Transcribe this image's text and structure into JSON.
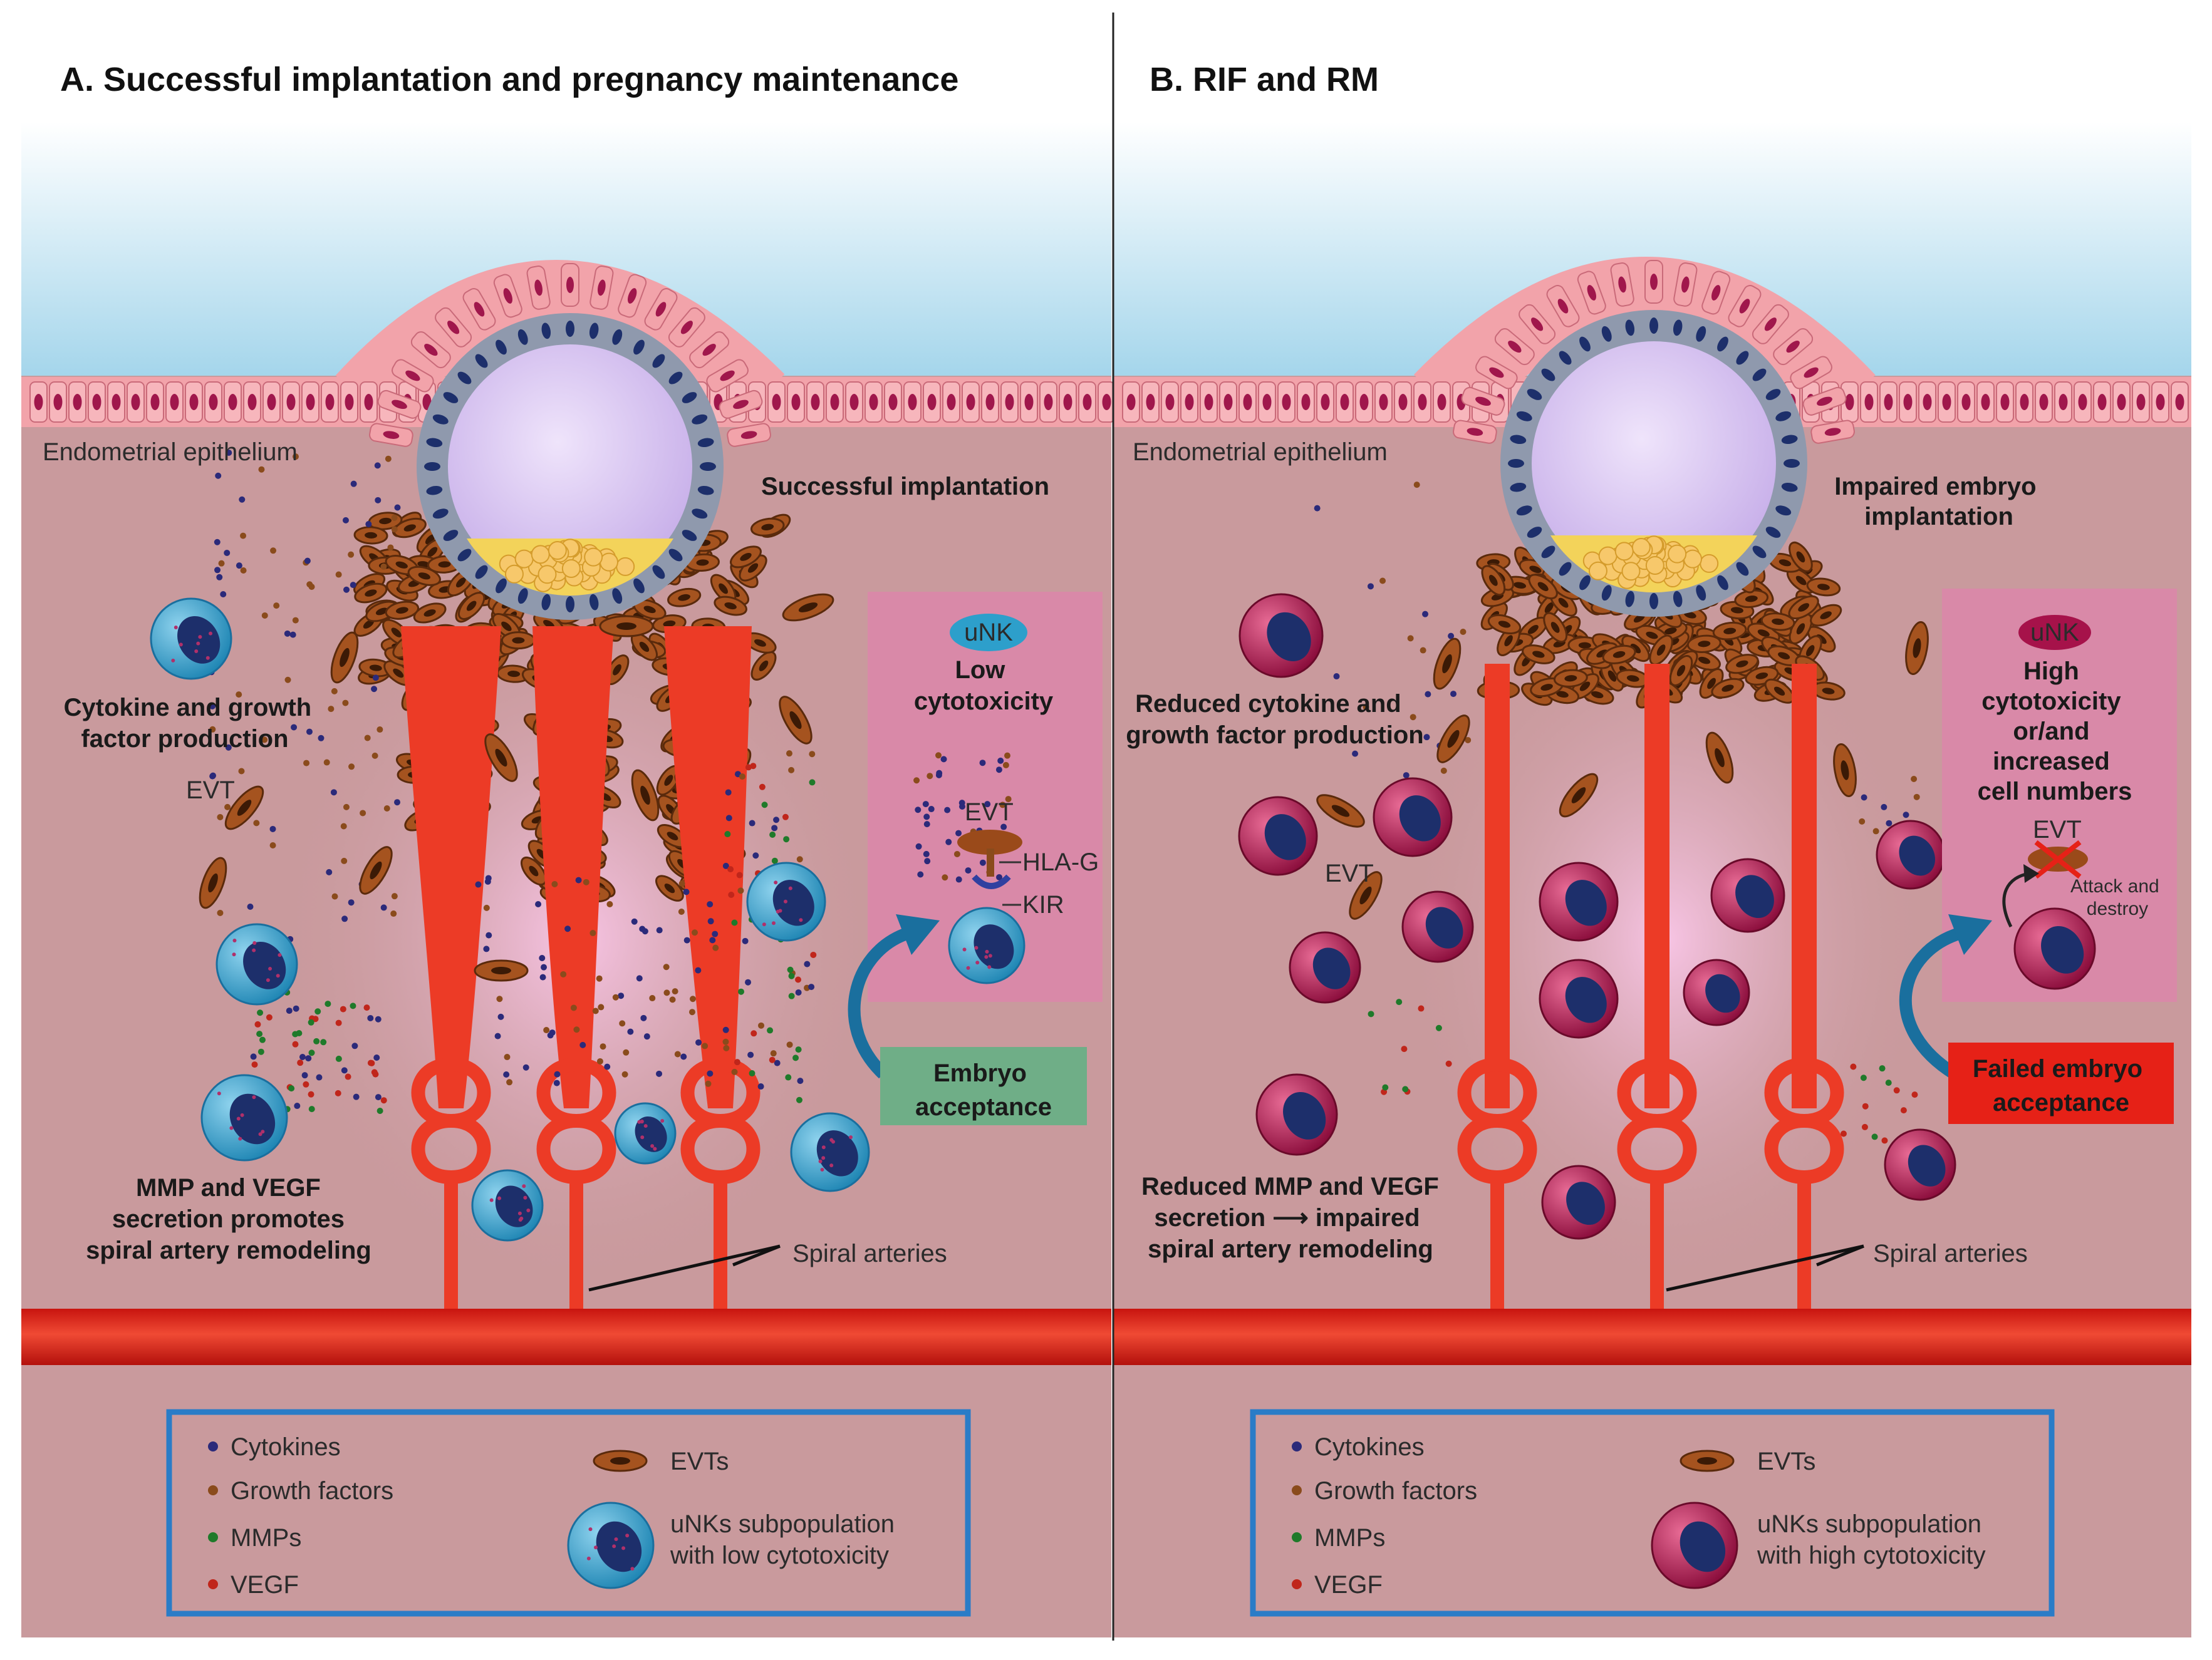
{
  "colors": {
    "tissue": "#c99a9d",
    "epithelium": "#f2a3aa",
    "epithelium_nucleus": "#a0174c",
    "trophoblast": "#8f99ad",
    "blastocoel": "#ddc8f0",
    "inner_cell_mass": "#f3d35a",
    "evt": "#9a4a1a",
    "artery": "#ec3b26",
    "vessel": "#d92418",
    "unk_low": "#2d9fcb",
    "unk_high": "#a6124a",
    "nucleus": "#1d2f6b",
    "cytokine": "#2b2a7a",
    "growth_factor": "#8a4b1c",
    "mmp": "#1f7a2a",
    "vegf": "#c0261b",
    "accept_box": "#6fae87",
    "fail_box": "#e62117",
    "inset": "#d989a8",
    "legend_border": "#2a7cc7"
  },
  "panelA": {
    "title": "A. Successful implantation and pregnancy maintenance",
    "epithelium_label": "Endometrial epithelium",
    "status_label": [
      "Successful implantation"
    ],
    "cytokine_label": [
      "Cytokine and growth",
      "factor production"
    ],
    "evt_label": "EVT",
    "mmp_label": [
      "MMP and VEGF",
      "secretion promotes",
      "spiral artery remodeling"
    ],
    "arteries_label": "Spiral arteries",
    "inset": {
      "badge": "uNK",
      "title": [
        "Low",
        "cytotoxicity"
      ],
      "evt": "EVT",
      "hla": "HLA-G",
      "kir": "KIR"
    },
    "outcome": [
      "Embryo",
      "acceptance"
    ],
    "legend": {
      "cytokines": "Cytokines",
      "growth_factors": "Growth factors",
      "mmps": "MMPs",
      "vegf": "VEGF",
      "evts": "EVTs",
      "unks": [
        "uNKs subpopulation",
        "with low cytotoxicity"
      ]
    }
  },
  "panelB": {
    "title": "B. RIF and RM",
    "epithelium_label": "Endometrial epithelium",
    "status_label": [
      "Impaired embryo",
      "implantation"
    ],
    "cytokine_label": [
      "Reduced cytokine and",
      "growth factor production"
    ],
    "evt_label": "EVT",
    "mmp_label": [
      "Reduced MMP and VEGF",
      "secretion ⟶ impaired",
      "spiral artery remodeling"
    ],
    "arteries_label": "Spiral arteries",
    "inset": {
      "badge": "uNK",
      "title": [
        "High",
        "cytotoxicity",
        "or/and",
        "increased",
        "cell numbers"
      ],
      "evt": "EVT",
      "attack": [
        "Attack and",
        "destroy"
      ]
    },
    "outcome": [
      "Failed embryo",
      "acceptance"
    ],
    "legend": {
      "cytokines": "Cytokines",
      "growth_factors": "Growth factors",
      "mmps": "MMPs",
      "vegf": "VEGF",
      "evts": "EVTs",
      "unks": [
        "uNKs subpopulation",
        "with high cytotoxicity"
      ]
    }
  }
}
